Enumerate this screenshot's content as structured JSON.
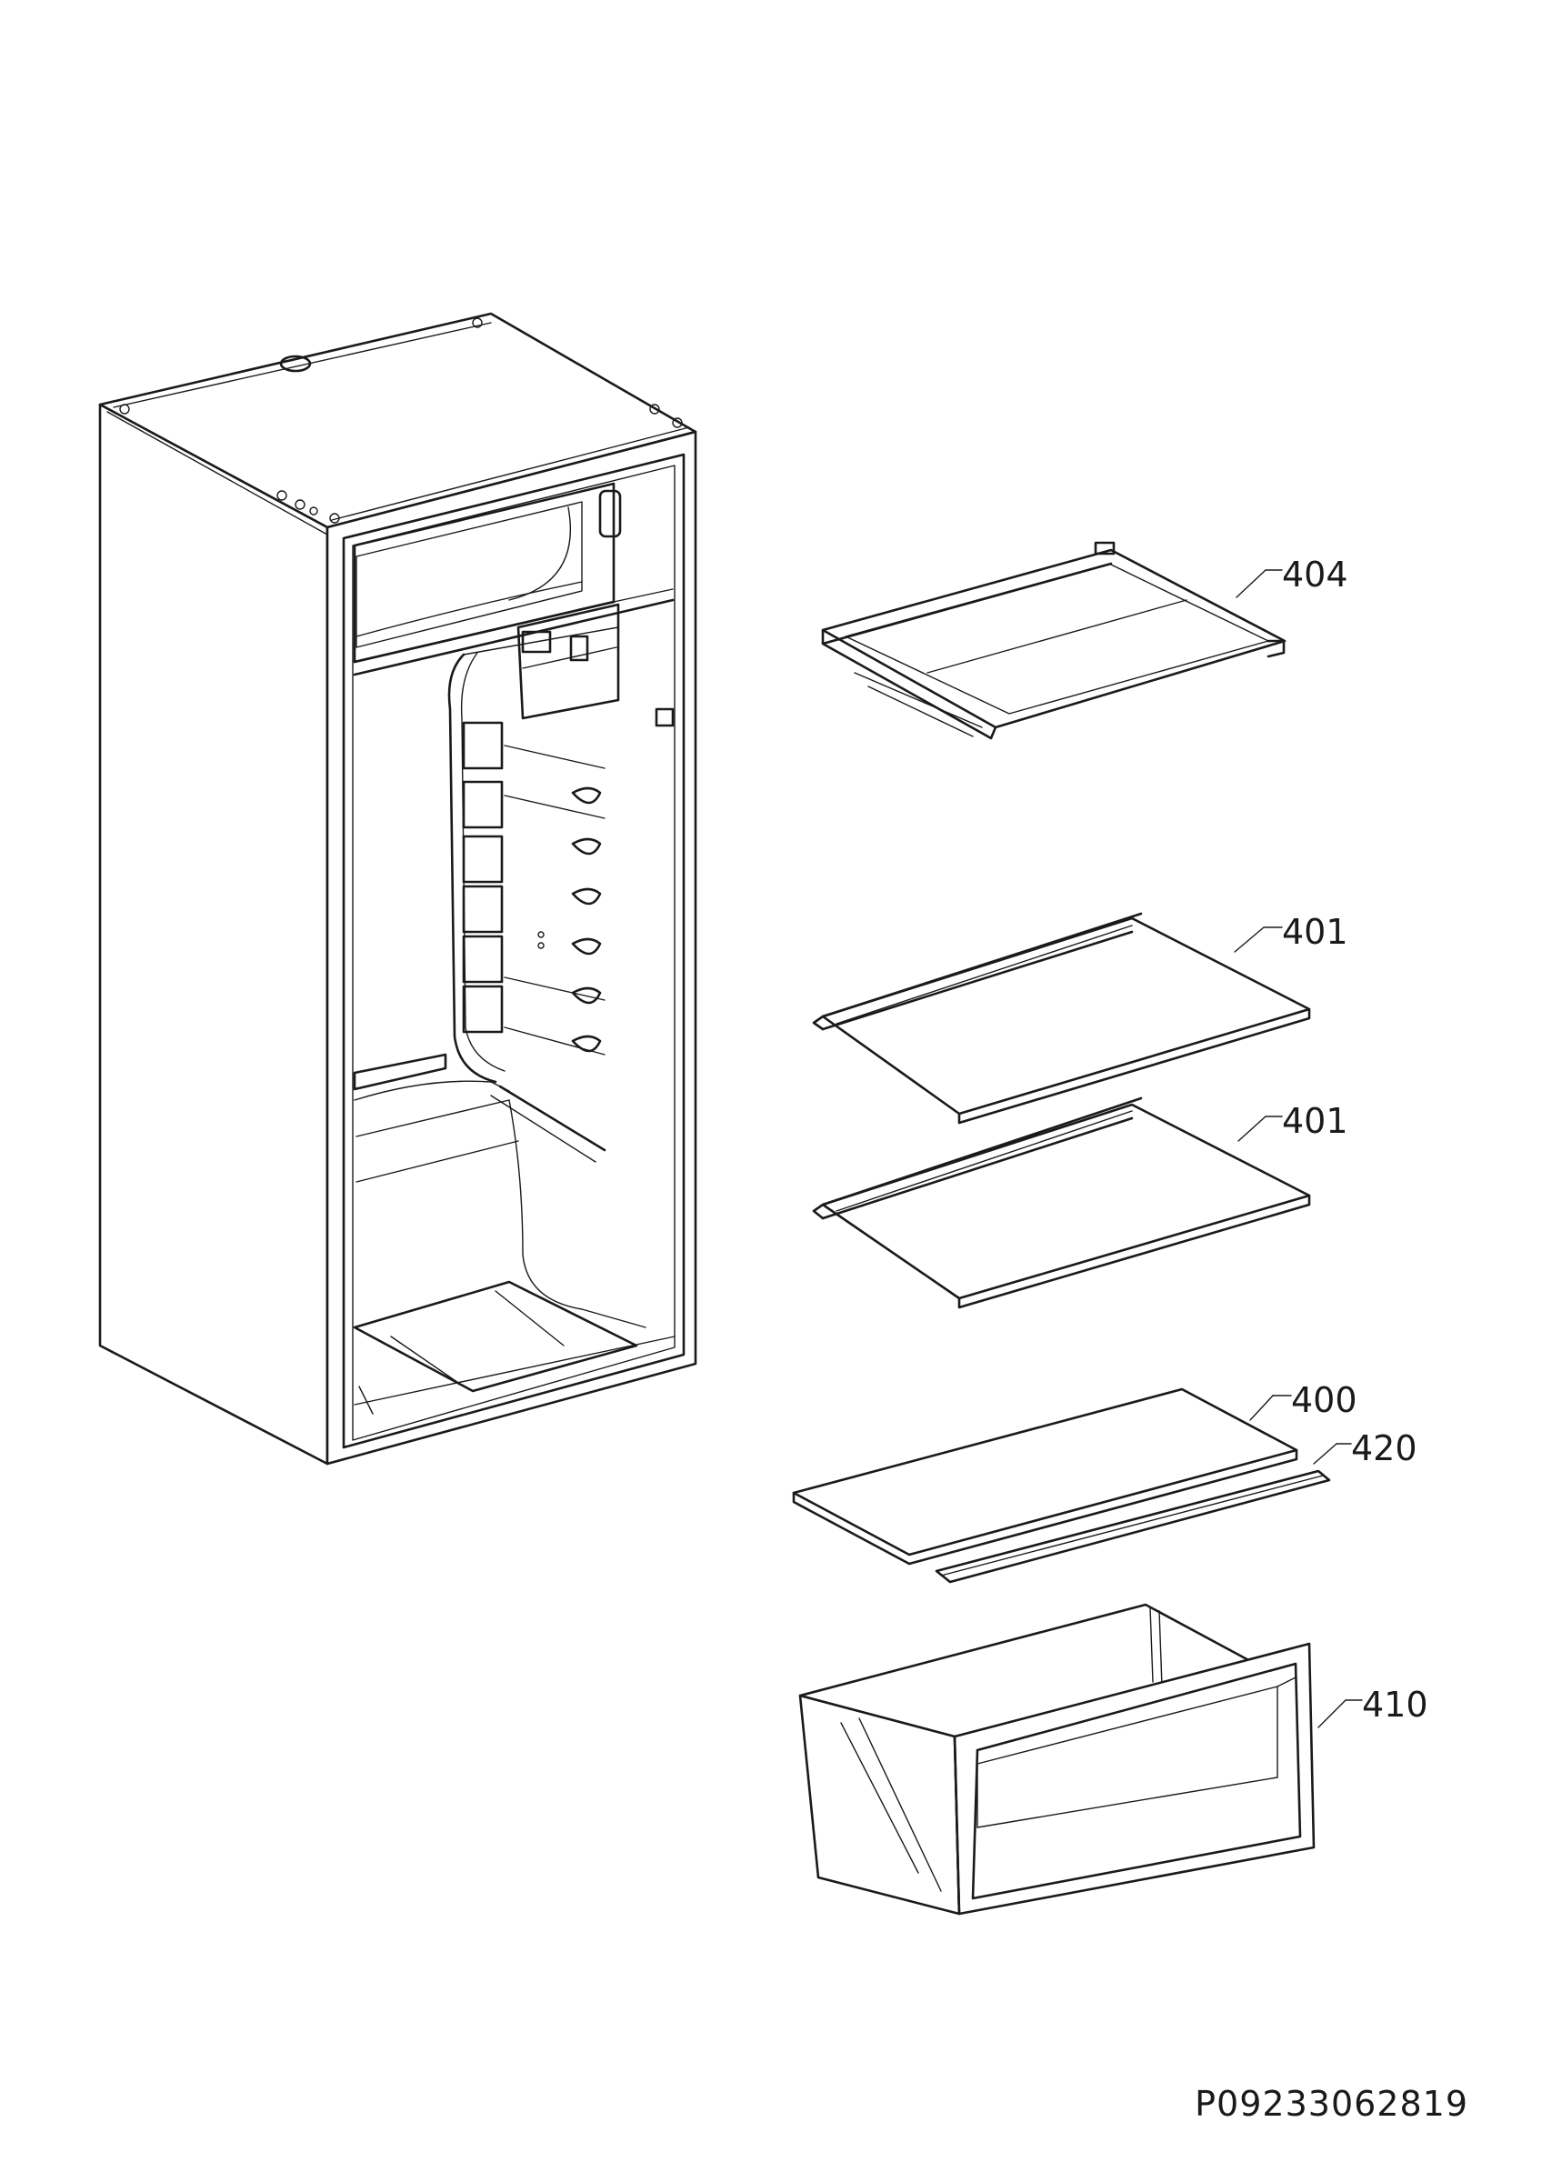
{
  "callouts": {
    "shelf_top": "404",
    "shelf_upper": "401",
    "shelf_lower": "401",
    "crisper_cover": "400",
    "cover_trim": "420",
    "crisper_drawer": "410"
  },
  "document_id": "P09233062819",
  "colors": {
    "line": "#1a1a1a",
    "background": "#ffffff"
  }
}
